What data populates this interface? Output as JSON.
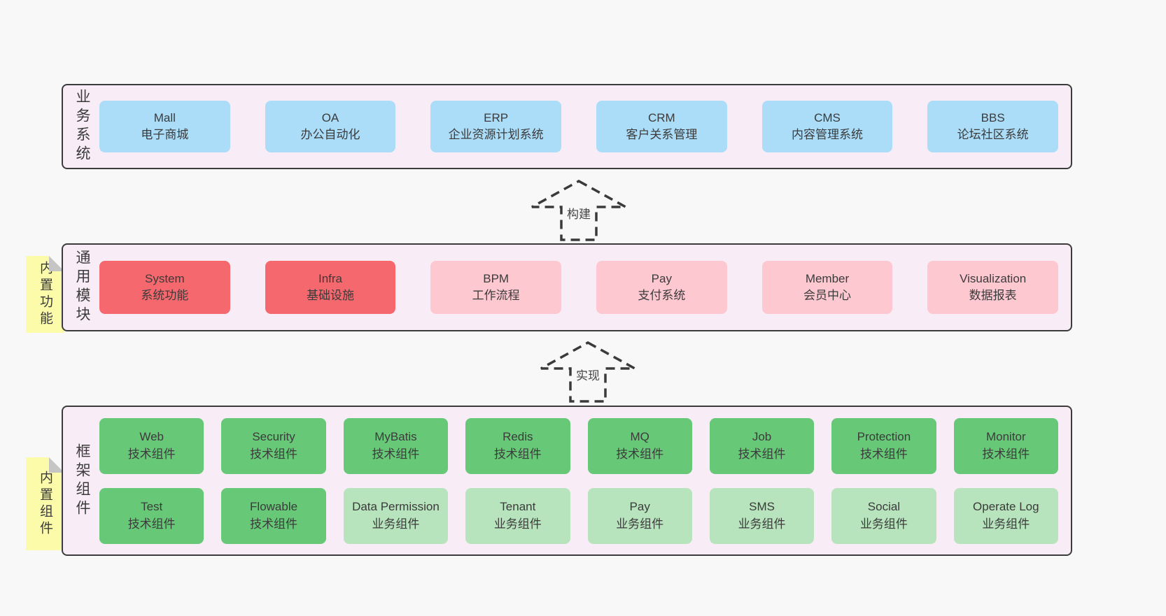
{
  "colors": {
    "page_bg": "#f8f8f8",
    "band_bg": "#f8edf6",
    "band_border": "#3c3c3c",
    "blue": "#abdcf8",
    "red": "#f4686e",
    "pink": "#fec8d1",
    "green_dark": "#67c878",
    "green_light": "#b7e3bd",
    "sticky_yellow": "#fbfba9",
    "sticky_fold": "#c5c5c5",
    "arrow_dash": "#3a3a3a"
  },
  "arrows": [
    {
      "label": "构建"
    },
    {
      "label": "实现"
    }
  ],
  "bands": [
    {
      "id": "business-systems",
      "label": "业务系统",
      "boxes": [
        {
          "name": "Mall",
          "desc": "电子商城"
        },
        {
          "name": "OA",
          "desc": "办公自动化"
        },
        {
          "name": "ERP",
          "desc": "企业资源计划系统"
        },
        {
          "name": "CRM",
          "desc": "客户关系管理"
        },
        {
          "name": "CMS",
          "desc": "内容管理系统"
        },
        {
          "name": "BBS",
          "desc": "论坛社区系统"
        }
      ]
    },
    {
      "id": "common-modules",
      "label": "通用模块",
      "sticky": "内置功能",
      "boxes": [
        {
          "name": "System",
          "desc": "系统功能"
        },
        {
          "name": "Infra",
          "desc": "基础设施"
        },
        {
          "name": "BPM",
          "desc": "工作流程"
        },
        {
          "name": "Pay",
          "desc": "支付系统"
        },
        {
          "name": "Member",
          "desc": "会员中心"
        },
        {
          "name": "Visualization",
          "desc": "数据报表"
        }
      ]
    },
    {
      "id": "framework-components",
      "label": "框架组件",
      "sticky": "内置组件",
      "boxes": [
        {
          "name": "Web",
          "desc": "技术组件"
        },
        {
          "name": "Security",
          "desc": "技术组件"
        },
        {
          "name": "MyBatis",
          "desc": "技术组件"
        },
        {
          "name": "Redis",
          "desc": "技术组件"
        },
        {
          "name": "MQ",
          "desc": "技术组件"
        },
        {
          "name": "Job",
          "desc": "技术组件"
        },
        {
          "name": "Protection",
          "desc": "技术组件"
        },
        {
          "name": "Monitor",
          "desc": "技术组件"
        },
        {
          "name": "Test",
          "desc": "技术组件"
        },
        {
          "name": "Flowable",
          "desc": "技术组件"
        },
        {
          "name": "Data Permission",
          "desc": "业务组件"
        },
        {
          "name": "Tenant",
          "desc": "业务组件"
        },
        {
          "name": "Pay",
          "desc": "业务组件"
        },
        {
          "name": "SMS",
          "desc": "业务组件"
        },
        {
          "name": "Social",
          "desc": "业务组件"
        },
        {
          "name": "Operate Log",
          "desc": "业务组件"
        }
      ]
    }
  ]
}
